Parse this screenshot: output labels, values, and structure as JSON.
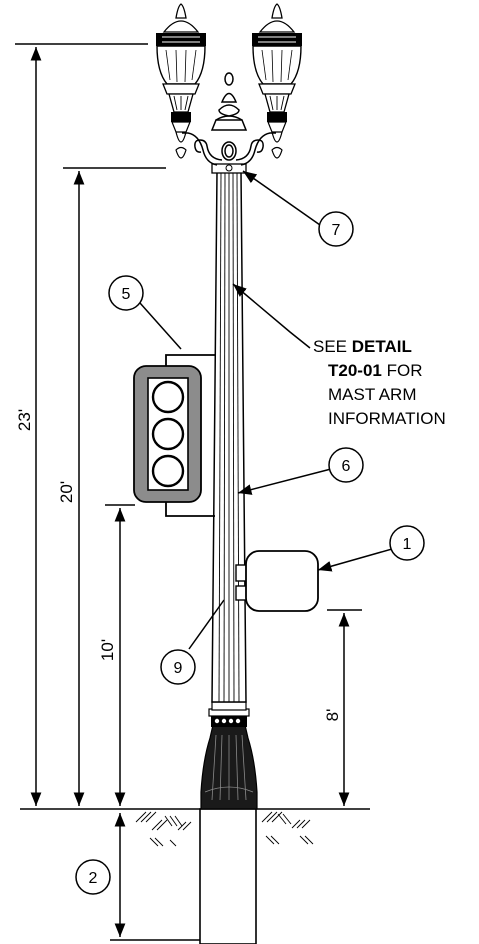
{
  "dimensions": {
    "overall_height": "23'",
    "luminaire_mount_height": "20'",
    "signal_mount_height": "10'",
    "sign_clearance": "8'"
  },
  "callouts": {
    "c1": "1",
    "c2": "2",
    "c5": "5",
    "c6": "6",
    "c7": "7",
    "c9": "9"
  },
  "note": {
    "line1_prefix": "SEE ",
    "line1_bold": "DETAIL",
    "line2_bold": "T20-01",
    "line2_suffix": " FOR",
    "line3": "MAST ARM",
    "line4": "INFORMATION"
  }
}
